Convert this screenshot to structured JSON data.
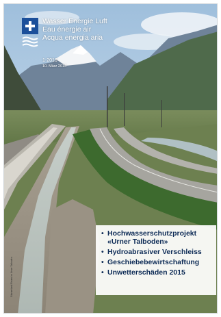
{
  "masthead": {
    "title_de": "Wasser Energie Luft",
    "title_fr": "Eau énergie air",
    "title_it": "Acqua energia aria",
    "issue": "1-2016",
    "date": "10. März 2016"
  },
  "headlines": [
    {
      "bullet": "•",
      "text": "Hochwasserschutzprojekt «Urner Talboden»"
    },
    {
      "bullet": "•",
      "text": "Hydroabrasiver Verschleiss"
    },
    {
      "bullet": "•",
      "text": "Geschiebebewirtschaftung"
    },
    {
      "bullet": "•",
      "text": "Unwetterschäden 2015"
    }
  ],
  "credit": "Glarnerland Reuss im Urner Talboden",
  "colors": {
    "headline_text": "#0d2b56",
    "sky": "#bcd3e6",
    "logo_blue": "#1b4f9a"
  }
}
